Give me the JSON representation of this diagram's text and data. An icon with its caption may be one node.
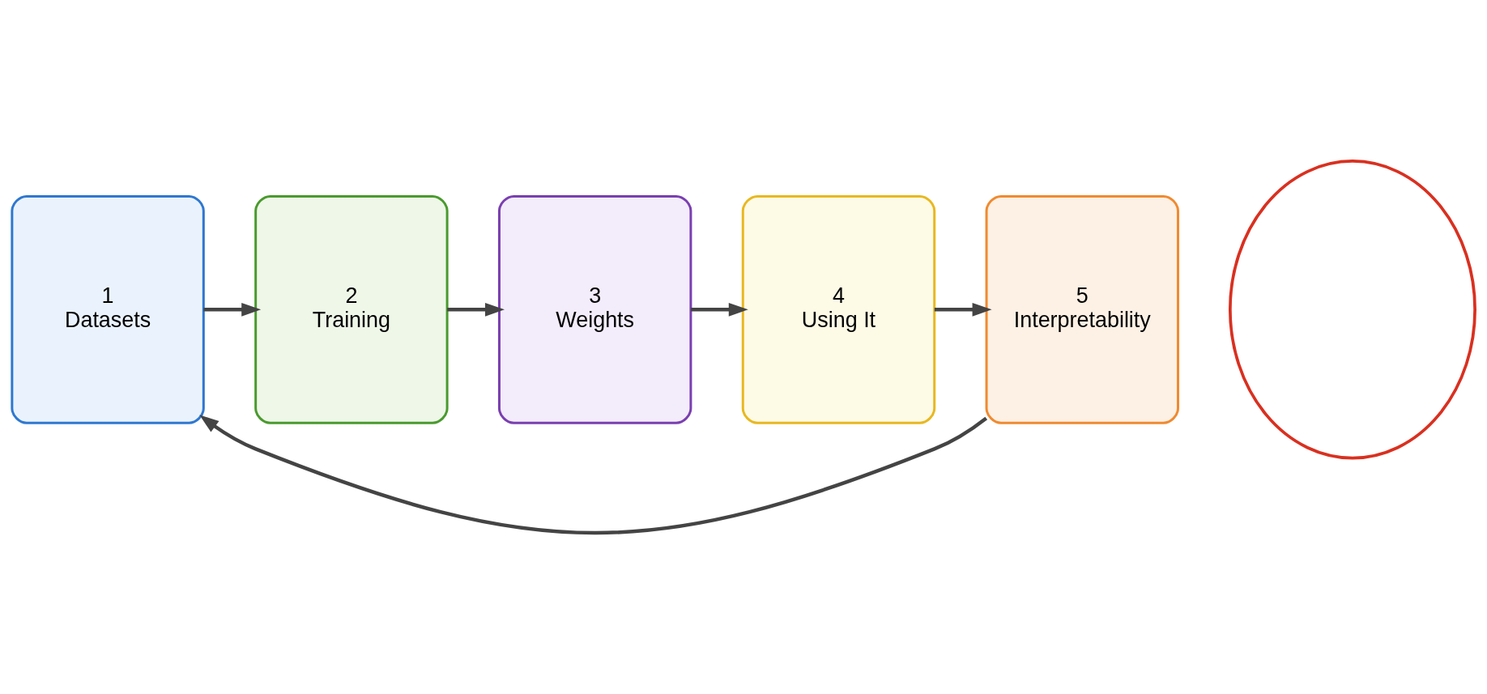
{
  "diagram": {
    "nodes": [
      {
        "text": [
          "1",
          "Datasets"
        ]
      },
      {
        "text": [
          "2",
          "Training"
        ]
      },
      {
        "text": [
          "3",
          "Weights"
        ]
      },
      {
        "text": [
          "4",
          "Using It"
        ]
      },
      {
        "text": [
          "5",
          "Interpretability"
        ]
      },
      {
        "text": [],
        "shape": "ellipse"
      }
    ],
    "edges": [
      {
        "from": 0,
        "to": 1,
        "arrow": "to"
      },
      {
        "from": 1,
        "to": 2,
        "arrow": "to"
      },
      {
        "from": 2,
        "to": 3,
        "arrow": "to"
      },
      {
        "from": 3,
        "to": 4,
        "arrow": "to"
      },
      {
        "from": 4,
        "to": 0,
        "arrow": "to"
      }
    ]
  }
}
